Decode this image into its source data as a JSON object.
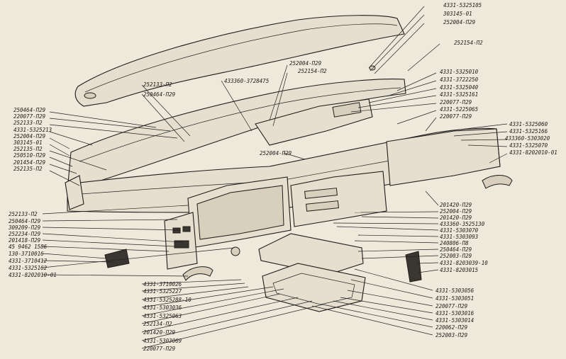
{
  "labels": {
    "l01": "4331-5325105",
    "l02": "303145-01",
    "l03": "252004-П29",
    "l04": "252154-П2",
    "l05": "4331-5325010",
    "l06": "4331-3722250",
    "l07": "4331-5325040",
    "l08": "4331-5325161",
    "l09": "220077-П29",
    "l10": "4331-5225065",
    "l11": "220077-П29",
    "l12": "4331-5325060",
    "l13": "4331-5325166",
    "l14": "433360-5303020",
    "l15": "4331-5325070",
    "l16": "4331-8202010-01",
    "l17": "252004-П29",
    "l18": "252154-П2",
    "l19": "433360-3728475",
    "l20": "252133-П2",
    "l21": "250464-П29",
    "l22": "250464-П29",
    "l23": "220077-П29",
    "l24": "252133-П2",
    "l25": "4331-5325213",
    "l26": "252004-П29",
    "l27": "303145-01",
    "l28": "252135-П2",
    "l29": "250510-П29",
    "l30": "201454-П29",
    "l31": "252135-П2",
    "l32": "252004-П29",
    "l33": "201420-П29",
    "l34": "252004-П29",
    "l35": "201420-П29",
    "l36": "433360-3525130",
    "l37": "4331-5303070",
    "l38": "4331-5303093",
    "l39": "240806-П8",
    "l40": "250464-П29",
    "l41": "252003-П29",
    "l42": "4331-8203039-10",
    "l43": "4331-8203015",
    "l44": "252133-П2",
    "l45": "250464-П29",
    "l46": "309209-П29",
    "l47": "252234-П29",
    "l48": "201418-П29",
    "l49": "45 9462 1586",
    "l50": "130-3710016",
    "l51": "4331-3710412",
    "l52": "4331-5325162",
    "l53": "4331-8202010-01",
    "l54": "4331-3710026",
    "l55": "4331-5325227",
    "l56": "4331-5325288-10",
    "l57": "4331-5303036",
    "l58": "4331-5325063",
    "l59": "252134-П2",
    "l60": "201420-П29",
    "l61": "4331-5303069",
    "l62": "220077-П29",
    "l63": "4331-5303056",
    "l64": "4331-5303051",
    "l65": "220077-П29",
    "l66": "4331-5303016",
    "l67": "4331-5303014",
    "l68": "220062-П29",
    "l69": "252003-П29"
  }
}
